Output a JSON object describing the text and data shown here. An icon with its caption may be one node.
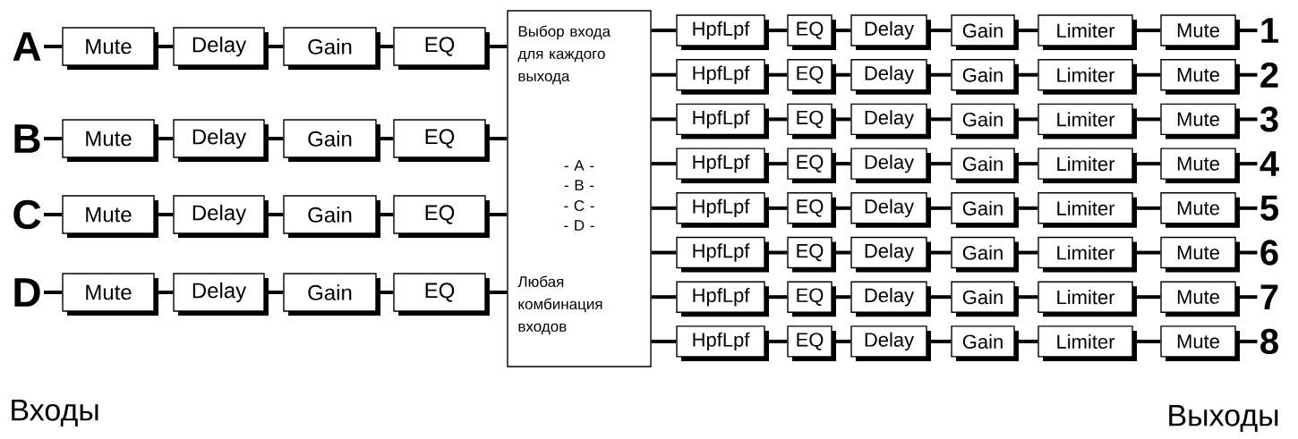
{
  "diagram": {
    "nodes": [
      {
        "text": [
          "A"
        ]
      },
      {
        "text": [
          "Mute"
        ]
      },
      {
        "text": [
          "Delay"
        ]
      },
      {
        "text": [
          "Gain"
        ]
      },
      {
        "text": [
          "EQ"
        ]
      },
      {
        "text": [
          "B"
        ]
      },
      {
        "text": [
          "Mute"
        ]
      },
      {
        "text": [
          "Delay"
        ]
      },
      {
        "text": [
          "Gain"
        ]
      },
      {
        "text": [
          "EQ"
        ]
      },
      {
        "text": [
          "C"
        ]
      },
      {
        "text": [
          "Mute"
        ]
      },
      {
        "text": [
          "Delay"
        ]
      },
      {
        "text": [
          "Gain"
        ]
      },
      {
        "text": [
          "EQ"
        ]
      },
      {
        "text": [
          "D"
        ]
      },
      {
        "text": [
          "Mute"
        ]
      },
      {
        "text": [
          "Delay"
        ]
      },
      {
        "text": [
          "Gain"
        ]
      },
      {
        "text": [
          "EQ"
        ]
      },
      {
        "text": [
          "Выбор входа для каждого выхода",
          "- A -",
          "- B -",
          "- C -",
          "- D -",
          "Любая комбинация входов"
        ]
      },
      {
        "text": [
          "HpfLpf"
        ]
      },
      {
        "text": [
          "EQ"
        ]
      },
      {
        "text": [
          "Delay"
        ]
      },
      {
        "text": [
          "Gain"
        ]
      },
      {
        "text": [
          "Limiter"
        ]
      },
      {
        "text": [
          "Mute"
        ]
      },
      {
        "text": [
          "1"
        ]
      },
      {
        "text": [
          "HpfLpf"
        ]
      },
      {
        "text": [
          "EQ"
        ]
      },
      {
        "text": [
          "Delay"
        ]
      },
      {
        "text": [
          "Gain"
        ]
      },
      {
        "text": [
          "Limiter"
        ]
      },
      {
        "text": [
          "Mute"
        ]
      },
      {
        "text": [
          "2"
        ]
      },
      {
        "text": [
          "HpfLpf"
        ]
      },
      {
        "text": [
          "EQ"
        ]
      },
      {
        "text": [
          "Delay"
        ]
      },
      {
        "text": [
          "Gain"
        ]
      },
      {
        "text": [
          "Limiter"
        ]
      },
      {
        "text": [
          "Mute"
        ]
      },
      {
        "text": [
          "3"
        ]
      },
      {
        "text": [
          "HpfLpf"
        ]
      },
      {
        "text": [
          "EQ"
        ]
      },
      {
        "text": [
          "Delay"
        ]
      },
      {
        "text": [
          "Gain"
        ]
      },
      {
        "text": [
          "Limiter"
        ]
      },
      {
        "text": [
          "Mute"
        ]
      },
      {
        "text": [
          "4"
        ]
      },
      {
        "text": [
          "HpfLpf"
        ]
      },
      {
        "text": [
          "EQ"
        ]
      },
      {
        "text": [
          "Delay"
        ]
      },
      {
        "text": [
          "Gain"
        ]
      },
      {
        "text": [
          "Limiter"
        ]
      },
      {
        "text": [
          "Mute"
        ]
      },
      {
        "text": [
          "5"
        ]
      },
      {
        "text": [
          "HpfLpf"
        ]
      },
      {
        "text": [
          "EQ"
        ]
      },
      {
        "text": [
          "Delay"
        ]
      },
      {
        "text": [
          "Gain"
        ]
      },
      {
        "text": [
          "Limiter"
        ]
      },
      {
        "text": [
          "Mute"
        ]
      },
      {
        "text": [
          "6"
        ]
      },
      {
        "text": [
          "HpfLpf"
        ]
      },
      {
        "text": [
          "EQ"
        ]
      },
      {
        "text": [
          "Delay"
        ]
      },
      {
        "text": [
          "Gain"
        ]
      },
      {
        "text": [
          "Limiter"
        ]
      },
      {
        "text": [
          "Mute"
        ]
      },
      {
        "text": [
          "7"
        ]
      },
      {
        "text": [
          "HpfLpf"
        ]
      },
      {
        "text": [
          "EQ"
        ]
      },
      {
        "text": [
          "Delay"
        ]
      },
      {
        "text": [
          "Gain"
        ]
      },
      {
        "text": [
          "Limiter"
        ]
      },
      {
        "text": [
          "Mute"
        ]
      },
      {
        "text": [
          "8"
        ]
      }
    ],
    "edges": [
      {
        "from": 0,
        "to": 1,
        "arrow": "none"
      },
      {
        "from": 1,
        "to": 2,
        "arrow": "none"
      },
      {
        "from": 2,
        "to": 3,
        "arrow": "none"
      },
      {
        "from": 3,
        "to": 4,
        "arrow": "none"
      },
      {
        "from": 4,
        "to": 20,
        "arrow": "none"
      },
      {
        "from": 5,
        "to": 6,
        "arrow": "none"
      },
      {
        "from": 6,
        "to": 7,
        "arrow": "none"
      },
      {
        "from": 7,
        "to": 8,
        "arrow": "none"
      },
      {
        "from": 8,
        "to": 9,
        "arrow": "none"
      },
      {
        "from": 9,
        "to": 20,
        "arrow": "none"
      },
      {
        "from": 10,
        "to": 11,
        "arrow": "none"
      },
      {
        "from": 11,
        "to": 12,
        "arrow": "none"
      },
      {
        "from": 12,
        "to": 13,
        "arrow": "none"
      },
      {
        "from": 13,
        "to": 14,
        "arrow": "none"
      },
      {
        "from": 14,
        "to": 20,
        "arrow": "none"
      },
      {
        "from": 15,
        "to": 16,
        "arrow": "none"
      },
      {
        "from": 16,
        "to": 17,
        "arrow": "none"
      },
      {
        "from": 17,
        "to": 18,
        "arrow": "none"
      },
      {
        "from": 18,
        "to": 19,
        "arrow": "none"
      },
      {
        "from": 19,
        "to": 20,
        "arrow": "none"
      },
      {
        "from": 20,
        "to": 21,
        "arrow": "none"
      },
      {
        "from": 21,
        "to": 22,
        "arrow": "none"
      },
      {
        "from": 22,
        "to": 23,
        "arrow": "none"
      },
      {
        "from": 23,
        "to": 24,
        "arrow": "none"
      },
      {
        "from": 24,
        "to": 25,
        "arrow": "none"
      },
      {
        "from": 25,
        "to": 26,
        "arrow": "none"
      },
      {
        "from": 26,
        "to": 27,
        "arrow": "none"
      },
      {
        "from": 20,
        "to": 28,
        "arrow": "none"
      },
      {
        "from": 28,
        "to": 29,
        "arrow": "none"
      },
      {
        "from": 29,
        "to": 30,
        "arrow": "none"
      },
      {
        "from": 30,
        "to": 31,
        "arrow": "none"
      },
      {
        "from": 31,
        "to": 32,
        "arrow": "none"
      },
      {
        "from": 32,
        "to": 33,
        "arrow": "none"
      },
      {
        "from": 33,
        "to": 34,
        "arrow": "none"
      },
      {
        "from": 20,
        "to": 35,
        "arrow": "none"
      },
      {
        "from": 35,
        "to": 36,
        "arrow": "none"
      },
      {
        "from": 36,
        "to": 37,
        "arrow": "none"
      },
      {
        "from": 37,
        "to": 38,
        "arrow": "none"
      },
      {
        "from": 38,
        "to": 39,
        "arrow": "none"
      },
      {
        "from": 39,
        "to": 40,
        "arrow": "none"
      },
      {
        "from": 40,
        "to": 41,
        "arrow": "none"
      },
      {
        "from": 20,
        "to": 42,
        "arrow": "none"
      },
      {
        "from": 42,
        "to": 43,
        "arrow": "none"
      },
      {
        "from": 43,
        "to": 44,
        "arrow": "none"
      },
      {
        "from": 44,
        "to": 45,
        "arrow": "none"
      },
      {
        "from": 45,
        "to": 46,
        "arrow": "none"
      },
      {
        "from": 46,
        "to": 47,
        "arrow": "none"
      },
      {
        "from": 47,
        "to": 48,
        "arrow": "none"
      },
      {
        "from": 20,
        "to": 49,
        "arrow": "none"
      },
      {
        "from": 49,
        "to": 50,
        "arrow": "none"
      },
      {
        "from": 50,
        "to": 51,
        "arrow": "none"
      },
      {
        "from": 51,
        "to": 52,
        "arrow": "none"
      },
      {
        "from": 52,
        "to": 53,
        "arrow": "none"
      },
      {
        "from": 53,
        "to": 54,
        "arrow": "none"
      },
      {
        "from": 54,
        "to": 55,
        "arrow": "none"
      },
      {
        "from": 20,
        "to": 56,
        "arrow": "none"
      },
      {
        "from": 56,
        "to": 57,
        "arrow": "none"
      },
      {
        "from": 57,
        "to": 58,
        "arrow": "none"
      },
      {
        "from": 58,
        "to": 59,
        "arrow": "none"
      },
      {
        "from": 59,
        "to": 60,
        "arrow": "none"
      },
      {
        "from": 60,
        "to": 61,
        "arrow": "none"
      },
      {
        "from": 61,
        "to": 62,
        "arrow": "none"
      },
      {
        "from": 20,
        "to": 63,
        "arrow": "none"
      },
      {
        "from": 63,
        "to": 64,
        "arrow": "none"
      },
      {
        "from": 64,
        "to": 65,
        "arrow": "none"
      },
      {
        "from": 65,
        "to": 66,
        "arrow": "none"
      },
      {
        "from": 66,
        "to": 67,
        "arrow": "none"
      },
      {
        "from": 67,
        "to": 68,
        "arrow": "none"
      },
      {
        "from": 68,
        "to": 69,
        "arrow": "none"
      },
      {
        "from": 20,
        "to": 70,
        "arrow": "none"
      },
      {
        "from": 70,
        "to": 71,
        "arrow": "none"
      },
      {
        "from": 71,
        "to": 72,
        "arrow": "none"
      },
      {
        "from": 72,
        "to": 73,
        "arrow": "none"
      },
      {
        "from": 73,
        "to": 74,
        "arrow": "none"
      },
      {
        "from": 74,
        "to": 75,
        "arrow": "none"
      },
      {
        "from": 75,
        "to": 76,
        "arrow": "none"
      }
    ],
    "labels": [
      "Входы",
      "Выходы"
    ]
  }
}
